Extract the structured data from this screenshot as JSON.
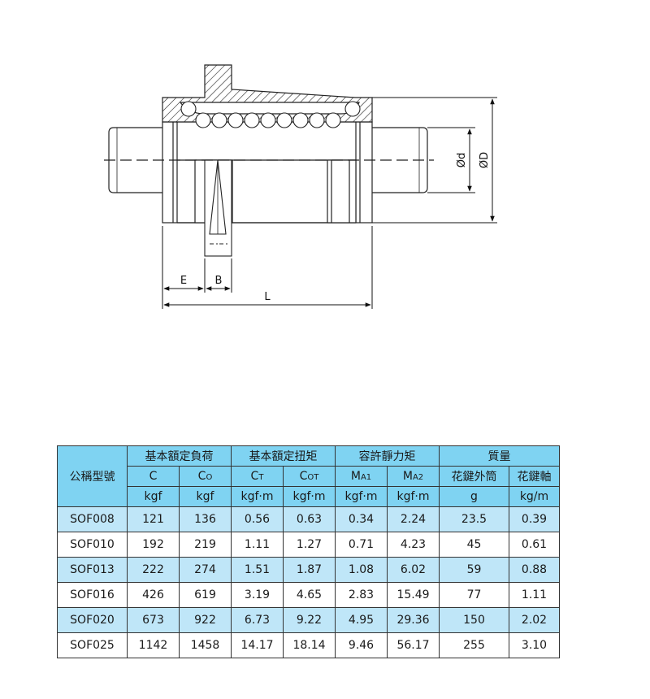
{
  "drawing": {
    "labels": {
      "d": "Ød",
      "D": "ØD",
      "E": "E",
      "B": "B",
      "L": "L"
    }
  },
  "table": {
    "model_header": "公稱型號",
    "groups": {
      "basic_load": "基本額定負荷",
      "basic_torque": "基本額定扭矩",
      "static_moment": "容許靜力矩",
      "mass": "質量"
    },
    "columns": {
      "c": "C",
      "c0_main": "C",
      "c0_sub": "O",
      "ct_main": "C",
      "ct_sub": "T",
      "cot_main": "C",
      "cot_sub": "OT",
      "ma1_main": "M",
      "ma1_sub": "A1",
      "ma2_main": "M",
      "ma2_sub": "A2",
      "outer": "花鍵外筒",
      "shaft": "花鍵軸"
    },
    "units": {
      "c": "kgf",
      "c0": "kgf",
      "ct": "kgf·m",
      "cot": "kgf·m",
      "ma1": "kgf·m",
      "ma2": "kgf·m",
      "outer": "g",
      "shaft": "kg/m"
    },
    "rows": [
      {
        "model": "SOF008",
        "c": "121",
        "c0": "136",
        "ct": "0.56",
        "cot": "0.63",
        "ma1": "0.34",
        "ma2": "2.24",
        "outer": "23.5",
        "shaft": "0.39"
      },
      {
        "model": "SOF010",
        "c": "192",
        "c0": "219",
        "ct": "1.11",
        "cot": "1.27",
        "ma1": "0.71",
        "ma2": "4.23",
        "outer": "45",
        "shaft": "0.61"
      },
      {
        "model": "SOF013",
        "c": "222",
        "c0": "274",
        "ct": "1.51",
        "cot": "1.87",
        "ma1": "1.08",
        "ma2": "6.02",
        "outer": "59",
        "shaft": "0.88"
      },
      {
        "model": "SOF016",
        "c": "426",
        "c0": "619",
        "ct": "3.19",
        "cot": "4.65",
        "ma1": "2.83",
        "ma2": "15.49",
        "outer": "77",
        "shaft": "1.11"
      },
      {
        "model": "SOF020",
        "c": "673",
        "c0": "922",
        "ct": "6.73",
        "cot": "9.22",
        "ma1": "4.95",
        "ma2": "29.36",
        "outer": "150",
        "shaft": "2.02"
      },
      {
        "model": "SOF025",
        "c": "1142",
        "c0": "1458",
        "ct": "14.17",
        "cot": "18.14",
        "ma1": "9.46",
        "ma2": "56.17",
        "outer": "255",
        "shaft": "3.10"
      }
    ]
  },
  "colors": {
    "header_fill": "#7fd3f2",
    "alt_row_fill": "#bfe6f8"
  }
}
